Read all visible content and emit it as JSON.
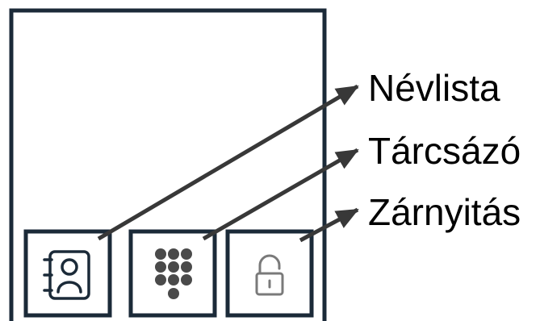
{
  "colors": {
    "frame": "#1b2a38",
    "arrow": "#383838",
    "keypad": "#4a4a4a",
    "lock": "#7a7a7a",
    "background": "#ffffff"
  },
  "buttons": [
    {
      "icon": "contacts-book-icon"
    },
    {
      "icon": "keypad-icon"
    },
    {
      "icon": "unlock-icon"
    }
  ],
  "labels": [
    "Névlista",
    "Tárcsázó",
    "Zárnyitás"
  ]
}
